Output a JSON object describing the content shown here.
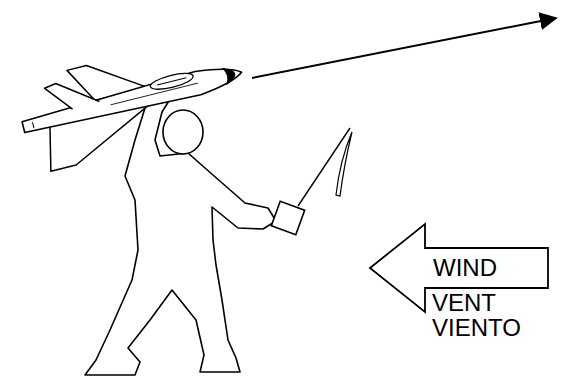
{
  "diagram": {
    "nodes": [
      {
        "text": [
          "WIND"
        ]
      }
    ],
    "labels": [
      "VENT",
      "VIENTO"
    ]
  }
}
